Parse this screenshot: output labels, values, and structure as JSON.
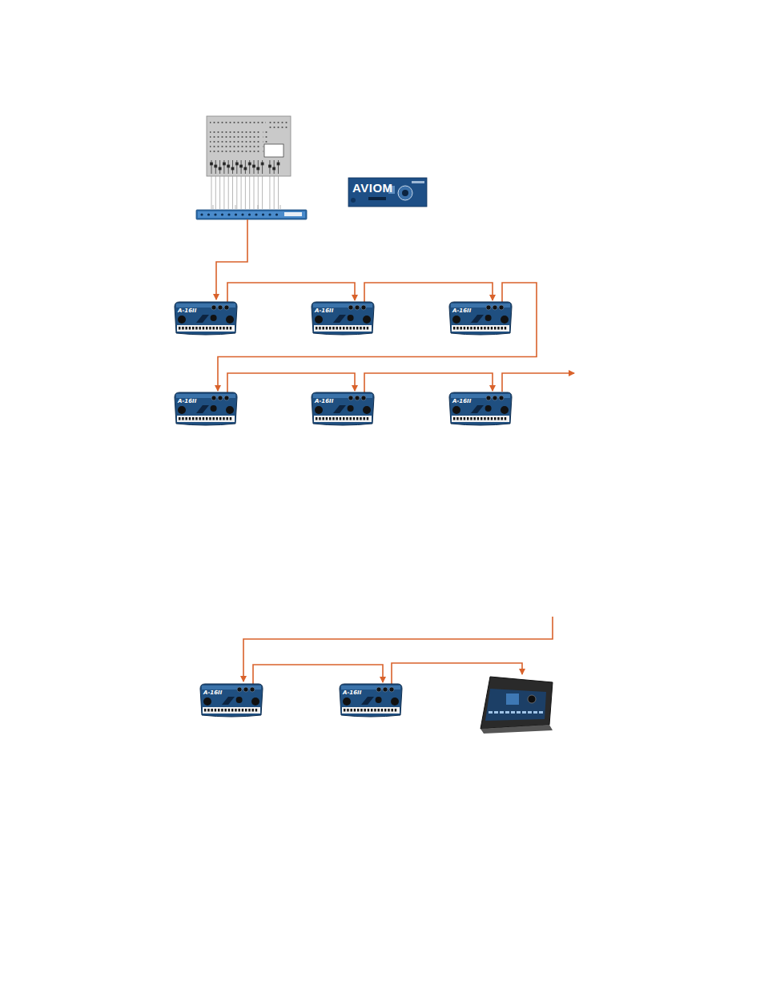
{
  "diagram": {
    "nodes": [
      {
        "text": [
          "A-16II"
        ]
      },
      {
        "text": [
          "A-16II"
        ]
      },
      {
        "text": [
          "A-16II"
        ]
      },
      {
        "text": [
          "A-16II"
        ]
      },
      {
        "text": [
          "A-16II"
        ]
      },
      {
        "text": [
          "A-16II"
        ]
      },
      {
        "text": [
          "A-16II"
        ]
      },
      {
        "text": [
          "A-16II"
        ]
      }
    ],
    "edges": [
      {
        "from": 0,
        "to": 1,
        "arrow": "to"
      },
      {
        "from": 1,
        "to": 2,
        "arrow": "to"
      },
      {
        "from": 2,
        "to": 3,
        "arrow": "to"
      },
      {
        "from": 3,
        "to": 4,
        "arrow": "to"
      },
      {
        "from": 4,
        "to": 5,
        "arrow": "to"
      },
      {
        "from": 6,
        "to": 7,
        "arrow": "to"
      }
    ],
    "labels": [
      "AVIOM"
    ]
  }
}
